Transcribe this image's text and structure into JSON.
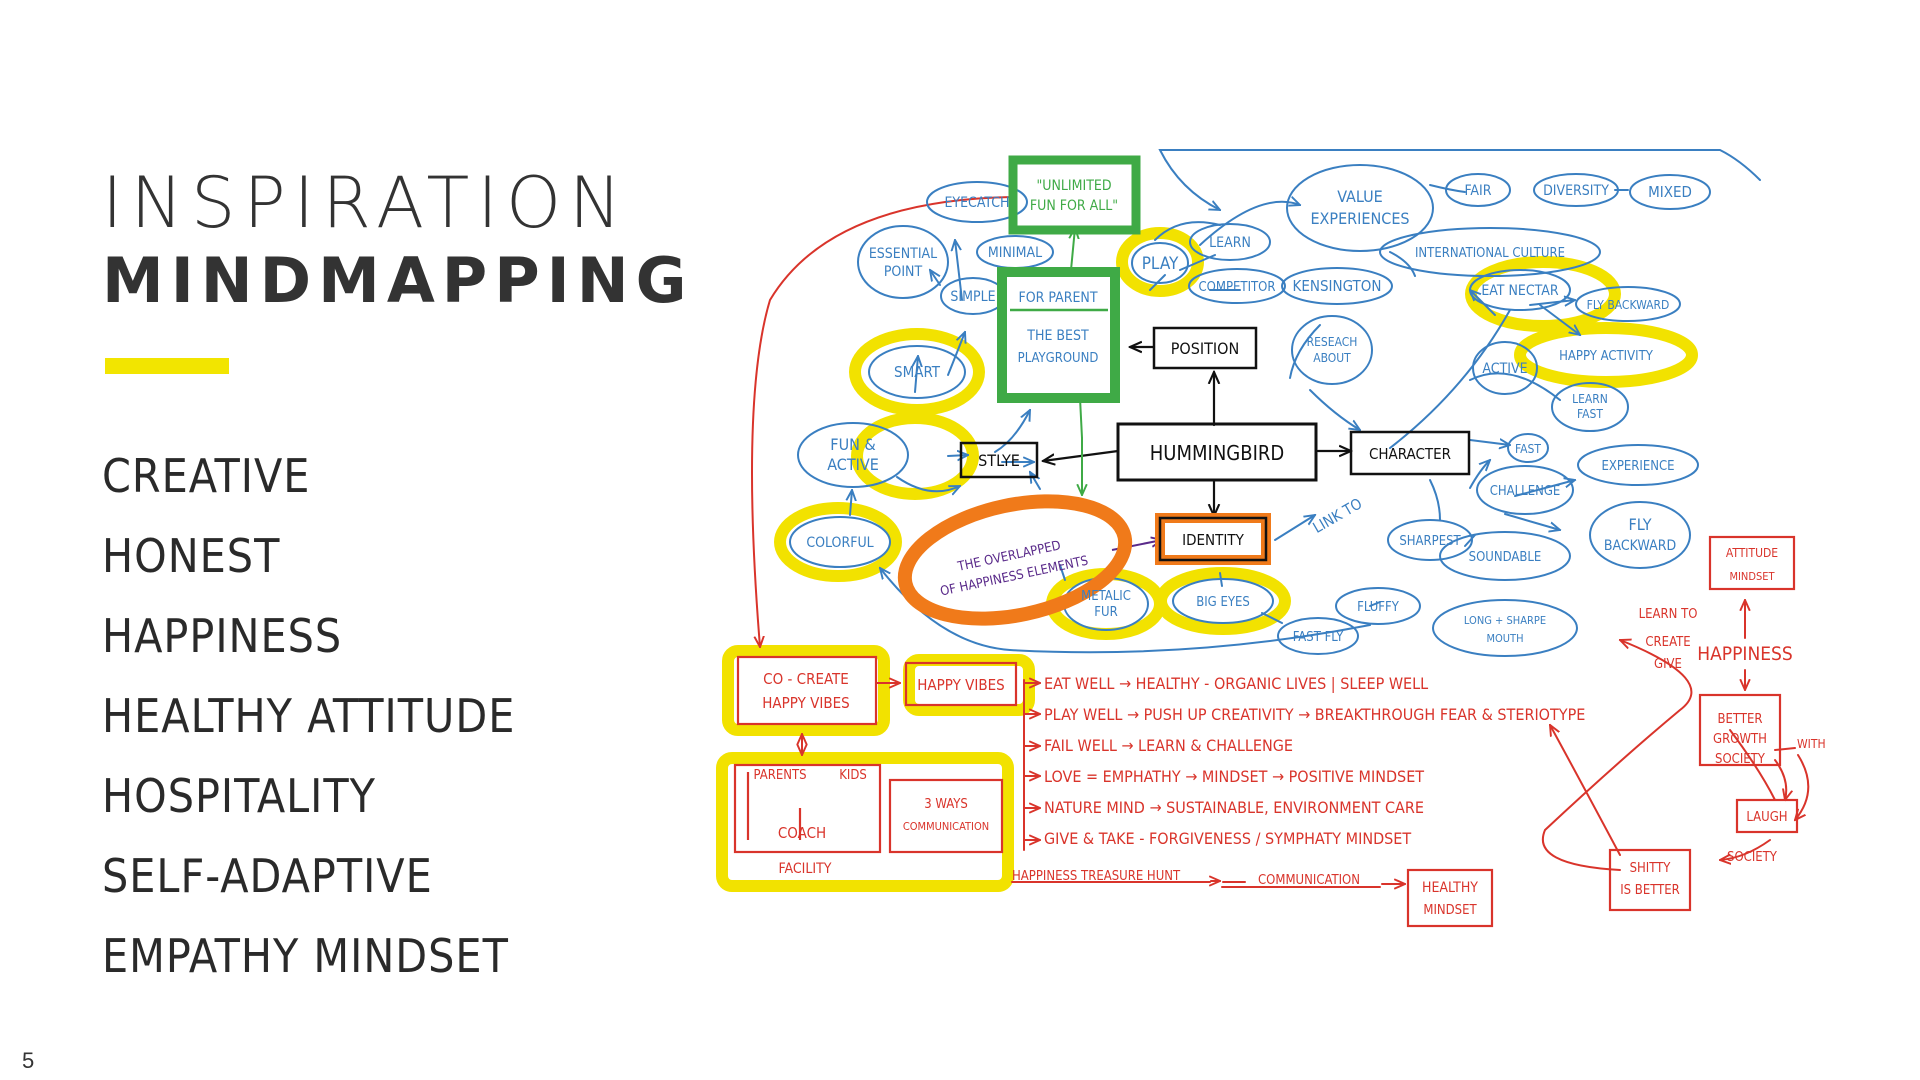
{
  "slide": {
    "title_line1": "INSPIRATION",
    "title_line2": "MINDMAPPING",
    "accent_color": "#f2e500",
    "page_number": "5",
    "keywords": [
      "CREATIVE",
      "HONEST",
      "HAPPINESS",
      "HEALTHY ATTITUDE",
      "HOSPITALITY",
      "SELF-ADAPTIVE",
      "EMPATHY MINDSET"
    ]
  },
  "mindmap": {
    "colors": {
      "blue": "#3a7fc1",
      "green": "#3faa46",
      "black": "#111111",
      "red": "#d9342b",
      "purple": "#5a2a8a",
      "yellow": "#f2e200",
      "orange": "#f07a1a"
    },
    "nodes": {
      "hummingbird": "HUMMINGBIRD",
      "position": "POSITION",
      "character": "CHARACTER",
      "stlye": "STLYE",
      "identity": "IDENTITY",
      "unlimited_1": "\"UNLIMITED",
      "unlimited_2": "FUN FOR ALL\"",
      "for_parent": "FOR PARENT",
      "best_1": "THE BEST",
      "best_2": "PLAYGROUND",
      "eyecatch": "EYECATCH",
      "essential_1": "ESSENTIAL",
      "essential_2": "POINT",
      "minimal": "MINIMAL",
      "simple": "SIMPLE",
      "smart": "SMART",
      "fun_1": "FUN &",
      "fun_2": "ACTIVE",
      "colorful": "COLORFUL",
      "play": "PLAY",
      "learn": "LEARN",
      "competitor": "COMPETITOR",
      "kensington": "KENSINGTON",
      "value_1": "VALUE",
      "value_2": "EXPERIENCES",
      "fair": "FAIR",
      "diversity": "DIVERSITY",
      "mixed": "MIXED",
      "intl": "INTERNATIONAL CULTURE",
      "research_1": "RESEACH",
      "research_2": "ABOUT",
      "eat_nectar": "EAT NECTAR",
      "fly_backward_top": "FLY BACKWARD",
      "happy_activity": "HAPPY ACTIVITY",
      "active": "ACTIVE",
      "learn_fast_1": "LEARN",
      "learn_fast_2": "FAST",
      "fast": "FAST",
      "experience": "EXPERIENCE",
      "challenge": "CHALLENGE",
      "fly_1": "FLY",
      "fly_2": "BACKWARD",
      "sharpest": "SHARPEST",
      "soundable": "SOUNDABLE",
      "link_to": "LINK TO",
      "overlapped_1": "THE OVERLAPPED",
      "overlapped_2": "OF HAPPINESS ELEMENTS",
      "metalic_1": "METALIC",
      "metalic_2": "FUR",
      "bigeyes": "BIG EYES",
      "fast_fly": "FAST FLY",
      "fluffy": "FLUFFY",
      "long_1": "LONG + SHARPE",
      "long_2": "MOUTH",
      "cocreate_1": "CO - CREATE",
      "cocreate_2": "HAPPY VIBES",
      "happy_vibes": "HAPPY VIBES",
      "parents": "PARENTS",
      "kids": "KIDS",
      "coach": "COACH",
      "facility": "FACILITY",
      "ways_1": "3 WAYS",
      "ways_2": "COMMUNICATION",
      "list": [
        "EAT WELL → HEALTHY - ORGANIC LIVES | SLEEP WELL",
        "PLAY WELL → PUSH UP CREATIVITY → BREAKTHROUGH FEAR & STERIOTYPE",
        "FAIL WELL → LEARN & CHALLENGE",
        "LOVE = EMPHATHY → MINDSET → POSITIVE MINDSET",
        "NATURE MIND → SUSTAINABLE, ENVIRONMENT CARE",
        "GIVE & TAKE - FORGIVENESS / SYMPHATY MINDSET"
      ],
      "treasure_hunt": "HAPPINESS TREASURE HUNT",
      "communication": "COMMUNICATION",
      "healthy_1": "HEALTHY",
      "healthy_2": "MINDSET",
      "learn_to_1": "LEARN TO",
      "learn_to_2": "CREATE",
      "learn_to_3": "GIVE",
      "attitude_1": "ATTITUDE",
      "attitude_2": "MINDSET",
      "happiness": "HAPPINESS",
      "better_1": "BETTER",
      "better_2": "GROWTH",
      "better_3": "SOCIETY",
      "with": "WITH",
      "laugh": "LAUGH",
      "society": "SOCIETY",
      "shitty_1": "SHITTY",
      "shitty_2": "IS BETTER"
    }
  }
}
